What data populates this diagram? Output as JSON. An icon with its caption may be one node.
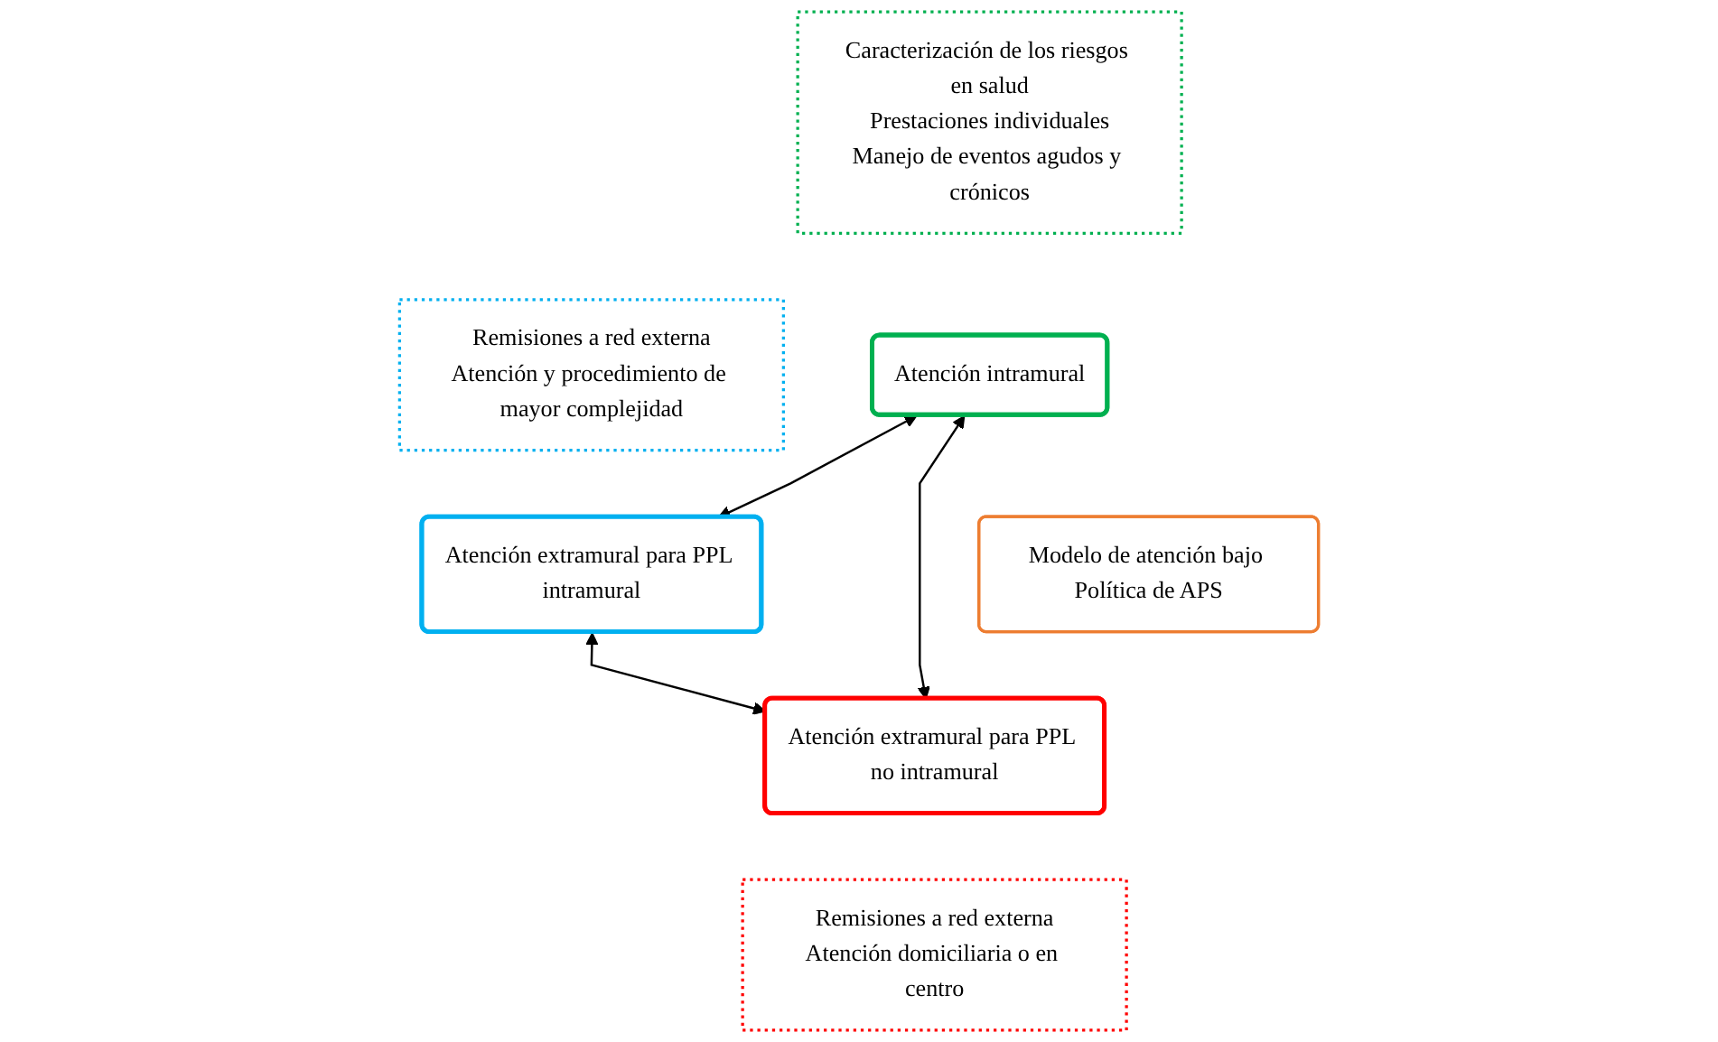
{
  "diagram": {
    "nodes": [
      {
        "text": [
          "Caracterización de los riesgos en salud",
          "Prestaciones individuales",
          "Manejo de eventos agudos y crónicos"
        ]
      },
      {
        "text": [
          "Remisiones a red externa",
          "Atención y procedimiento de mayor complejidad"
        ]
      },
      {
        "text": [
          "Atención intramural"
        ]
      },
      {
        "text": [
          "Atención extramural para PPL intramural"
        ]
      },
      {
        "text": [
          "Modelo de atención bajo Política de APS"
        ]
      },
      {
        "text": [
          "Atención extramural para PPL no intramural"
        ]
      },
      {
        "text": [
          "Remisiones a red externa",
          "Atención domiciliaria o en centro"
        ]
      }
    ],
    "edges": [
      {
        "from": 2,
        "to": 3,
        "arrow": "both"
      },
      {
        "from": 2,
        "to": 5,
        "arrow": "both"
      },
      {
        "from": 3,
        "to": 5,
        "arrow": "both"
      }
    ]
  }
}
